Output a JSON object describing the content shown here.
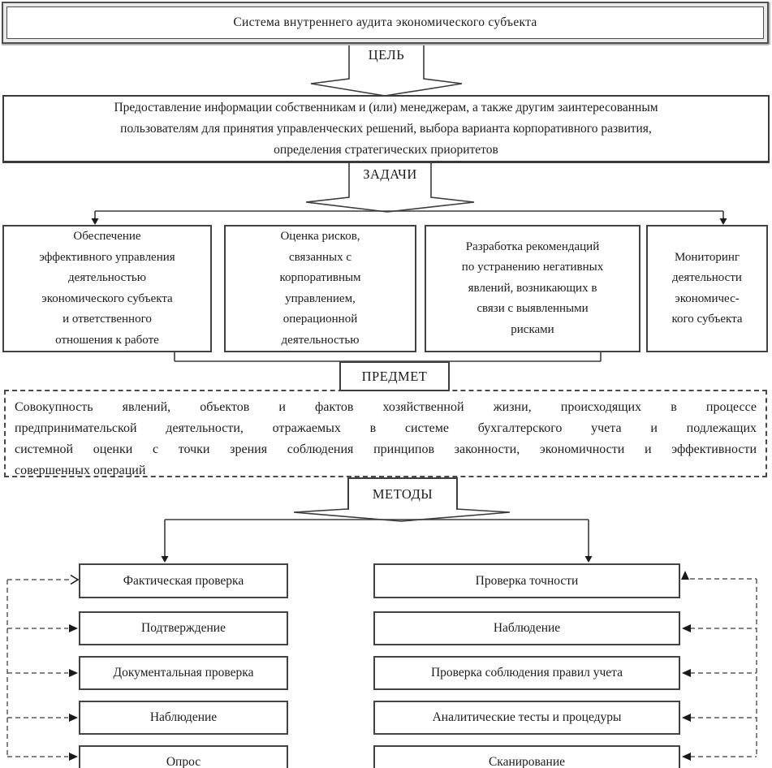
{
  "diagram": {
    "title": "Система внутреннего аудита экономического субъекта",
    "goal_label": "ЦЕЛЬ",
    "goal_text": "Предоставление информации собственникам и (или) менеджерам, а также другим заинтересованным\nпользователям для принятия управленческих решений, выбора варианта корпоративного развития,\nопределения стратегических приоритетов",
    "tasks_label": "ЗАДАЧИ",
    "tasks": [
      "Обеспечение\nэффективного управления\nдеятельностью\nэкономического субъекта\nи ответственного\nотношения к работе",
      "Оценка рисков,\nсвязанных с\nкорпоративным\nуправлением,\nоперационной\nдеятельностью",
      "Разработка рекомендаций\nпо устранению негативных\nявлений, возникающих в\nсвязи с выявленными\nрисками",
      "Мониторинг\nдеятельности\nэкономичес-\nкого субъекта"
    ],
    "subject_label": "ПРЕДМЕТ",
    "subject_lines": [
      "Совокупность явлений, объектов и фактов хозяйственной жизни, происходящих в процессе",
      "предпринимательской деятельности, отражаемых в системе бухгалтерского учета и подлежащих",
      "системной оценки с точки зрения соблюдения принципов законности, экономичности и эффективности",
      "совершенных операций"
    ],
    "methods_label": "МЕТОДЫ",
    "methods_left": [
      "Фактическая проверка",
      "Подтверждение",
      "Документальная проверка",
      "Наблюдение",
      "Опрос"
    ],
    "methods_right": [
      "Проверка точности",
      "Наблюдение",
      "Проверка соблюдения правил учета",
      "Аналитические тесты и процедуры",
      "Сканирование"
    ],
    "colors": {
      "line": "#3c3c3c",
      "dashed_line": "#5a5a5a",
      "arrowhead": "#1a1a1a",
      "text": "#1c1c1c",
      "background": "#ffffff"
    }
  }
}
